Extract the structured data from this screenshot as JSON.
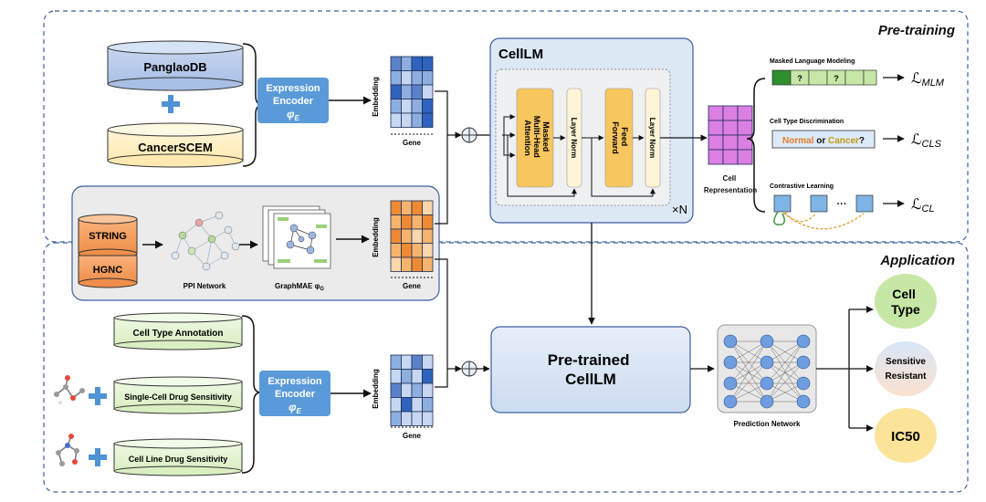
{
  "sections": {
    "pretraining": "Pre-training",
    "application": "Application"
  },
  "sources": {
    "panglao": "PanglaoDB",
    "cancerscem": "CancerSCEM",
    "string": "STRING",
    "hgnc": "HGNC"
  },
  "encoder": {
    "line1": "Expression",
    "line2": "Encoder",
    "symbol": "φ",
    "sub": "E"
  },
  "labels": {
    "embedding": "Embedding",
    "gene": "Gene",
    "ppi": "PPI Network",
    "graphmae": "GraphMAE φ",
    "graphmae_sub": "G"
  },
  "cellLM": {
    "title": "CellLM",
    "attention": [
      "Masked",
      "Multi-Head",
      "Attention"
    ],
    "layer_norm": "Layer Norm",
    "feed_forward": [
      "Feed",
      "Forward"
    ],
    "repeat": "×N",
    "cell_rep": [
      "Cell",
      "Representation"
    ]
  },
  "tasks": {
    "mlm": "Masked Language Modeling",
    "mlm_token": "?",
    "ctd": "Cell Type Discrimination",
    "normal": "Normal",
    "or": " or ",
    "cancer": "Cancer",
    "q": "?",
    "cl": "Contrastive Learning",
    "ellipsis": "···"
  },
  "losses": {
    "script": "ℒ",
    "mlm": "MLM",
    "cls": "CLS",
    "cl": "CL"
  },
  "application": {
    "datasets": [
      "Cell Type Annotation",
      "Single-Cell Drug Sensitivity",
      "Cell Line Drug Sensitivity"
    ],
    "pretrained": [
      "Pre-trained",
      "CellLM"
    ],
    "prediction": "Prediction Network",
    "outputs": {
      "cell_type": [
        "Cell",
        "Type"
      ],
      "sensitive": "Sensitive",
      "resistant": "Resistant",
      "ic50": "IC50"
    }
  },
  "colors": {
    "blue_matrix": [
      "#5b82c9",
      "#2f63bd",
      "#8eaee0",
      "#c7d7f1"
    ],
    "orange_matrix": [
      "#ef8a34",
      "#f6b36d",
      "#fbd7ab",
      "#fdebd3"
    ],
    "pink_matrix": "#dc7fe4",
    "encoder": "#5a9ad8",
    "cellLM_bg": "#dde8f5",
    "attention": "#f8c65f",
    "layer_norm": "#fff4d6",
    "green_output": "#c7e7a6"
  }
}
